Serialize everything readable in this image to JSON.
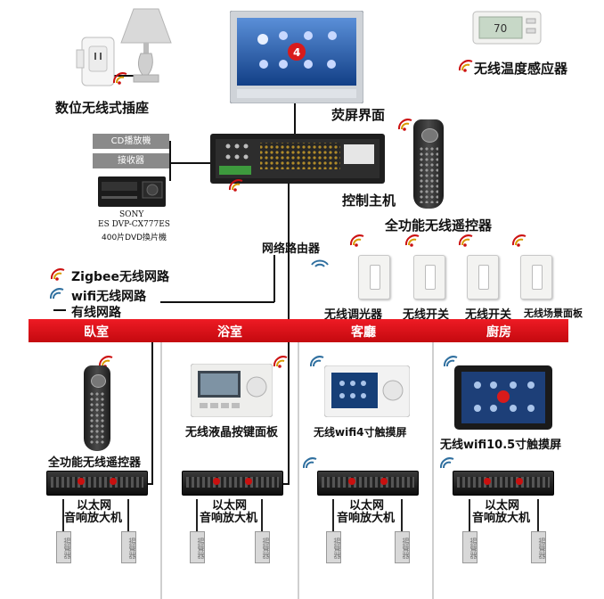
{
  "labels": {
    "socket": "数位无线式插座",
    "touchscreen": "荧屏界面",
    "thermostat": "无线温度感应器",
    "cd_player": "CD播放機",
    "receiver": "接收器",
    "dvd_brand": "SONY",
    "dvd_model": "ES DVP-CX777ES",
    "dvd_desc": "400片DVD換片機",
    "controller": "控制主机",
    "remote_main": "全功能无线遥控器",
    "router": "网络路由器",
    "legend_zigbee": "Zigbee无线网路",
    "legend_wifi": "wifi无线网路",
    "legend_wired": "有线网路",
    "dimmer": "无线调光器",
    "switch1": "无线开关",
    "switch2": "无线开关",
    "scene_panel": "无线场景面板",
    "thermostat_temp": "70"
  },
  "rooms": [
    {
      "name": "臥室",
      "device": "全功能无线遥控器",
      "amp_line1": "以太网",
      "amp_line2": "音响放大机"
    },
    {
      "name": "浴室",
      "device": "无线液晶按键面板",
      "amp_line1": "以太网",
      "amp_line2": "音响放大机"
    },
    {
      "name": "客廳",
      "device": "无线wifi4寸触摸屏",
      "amp_line1": "以太网",
      "amp_line2": "音响放大机"
    },
    {
      "name": "廚房",
      "device": "无线wifi10.5寸触摸屏",
      "amp_line1": "以太网",
      "amp_line2": "音响放大机"
    }
  ],
  "speaker_text": "揚聲器",
  "colors": {
    "red_bar": "#e0121a",
    "zigbee": "#cc1111",
    "wifi": "#2f6f9f",
    "wire": "#111111"
  }
}
